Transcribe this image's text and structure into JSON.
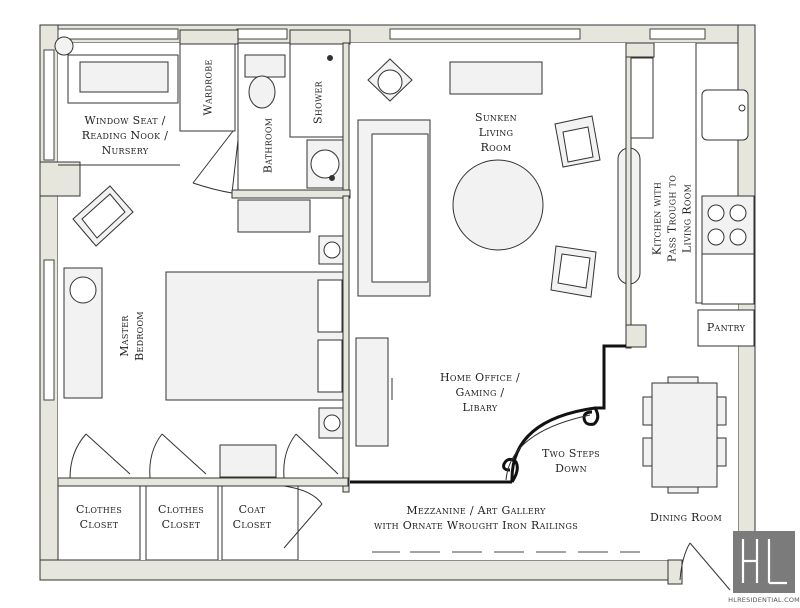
{
  "rooms": {
    "window_seat": "Window Seat /\nReading Nook /\nNursery",
    "wardrobe": "Wardrobe",
    "bathroom": "Bathroom",
    "shower": "Shower",
    "sunken_living": "Sunken\nLiving\nRoom",
    "kitchen": "Kitchen with\nPass Trough to\nLiving Room",
    "pantry": "Pantry",
    "master_bedroom": "Master\nBedroom",
    "home_office": "Home Office /\nGaming /\nLibary",
    "two_steps": "Two Steps\nDown",
    "clothes_closet_1": "Clothes\nCloset",
    "clothes_closet_2": "Clothes\nCloset",
    "coat_closet": "Coat\nCloset",
    "mezzanine": "Mezzanine / Art Gallery\nwith Ornate Wrought Iron Railings",
    "dining_room": "Dining Room"
  },
  "brand": {
    "logo_text": "HLRESIDENTIAL.COM",
    "logo_color": "#7b7b7b"
  },
  "colors": {
    "wall_fill": "#e6e6dc",
    "line": "#333333",
    "furniture": "#f2f2f2",
    "railing": "#111111"
  }
}
